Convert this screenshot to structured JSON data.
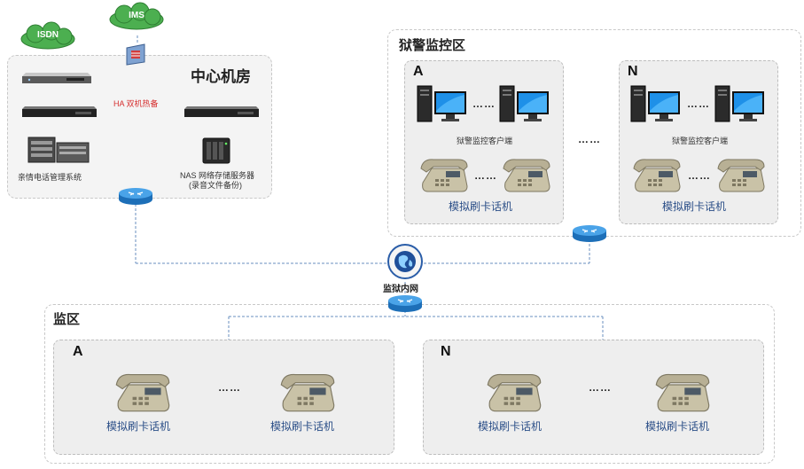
{
  "clouds": {
    "isdn": "ISDN",
    "ims": "IMS"
  },
  "center_room": {
    "title": "中心机房",
    "ha_label": "HA 双机热备",
    "family_phone_system": "亲情电话管理系统",
    "nas_line1": "NAS 网络存储服务器",
    "nas_line2": "(录音文件备份)"
  },
  "police_area": {
    "title": "狱警监控区",
    "groups": [
      {
        "letter": "A",
        "client_label": "狱警监控客户端",
        "phone_label": "模拟刷卡话机"
      },
      {
        "letter": "N",
        "client_label": "狱警监控客户端",
        "phone_label": "模拟刷卡话机"
      }
    ],
    "dots": "……"
  },
  "core": {
    "label": "监狱内网"
  },
  "prison_area": {
    "title": "监区",
    "groups": [
      {
        "letter": "A",
        "phone_label_1": "模拟刷卡话机",
        "phone_label_2": "模拟刷卡话机"
      },
      {
        "letter": "N",
        "phone_label_1": "模拟刷卡话机",
        "phone_label_2": "模拟刷卡话机"
      }
    ]
  },
  "dots": "……",
  "colors": {
    "cloud_green": "#4caf50",
    "line_blue": "#6a8fbf",
    "ha_red": "#d63030",
    "label_blue": "#2c4f88"
  }
}
